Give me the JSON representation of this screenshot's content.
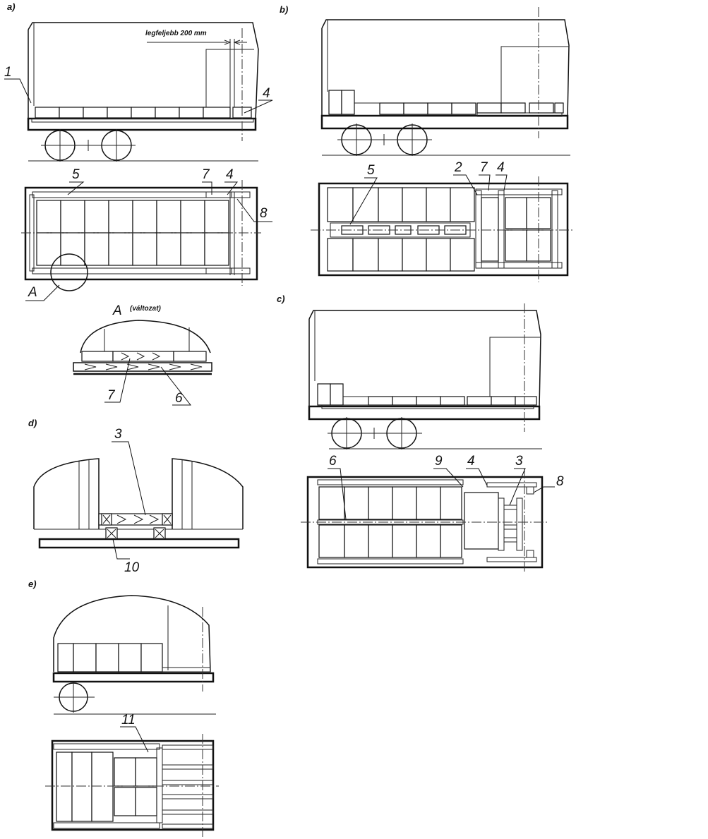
{
  "panels": {
    "a": {
      "label": "a)",
      "note": "legfeljebb 200 mm",
      "callouts": [
        "1",
        "4",
        "5",
        "7",
        "4",
        "8",
        "A"
      ]
    },
    "detail_a": {
      "title": "A",
      "subtitle": "(változat)",
      "callouts": [
        "7",
        "6"
      ]
    },
    "b": {
      "label": "b)",
      "callouts": [
        "5",
        "2",
        "7",
        "4"
      ]
    },
    "c": {
      "label": "c)",
      "callouts": [
        "6",
        "9",
        "4",
        "3",
        "8"
      ]
    },
    "d": {
      "label": "d)",
      "callouts": [
        "3",
        "10"
      ]
    },
    "e": {
      "label": "e)",
      "callouts": [
        "11"
      ]
    }
  },
  "colors": {
    "line": "#111111",
    "background": "#ffffff"
  }
}
